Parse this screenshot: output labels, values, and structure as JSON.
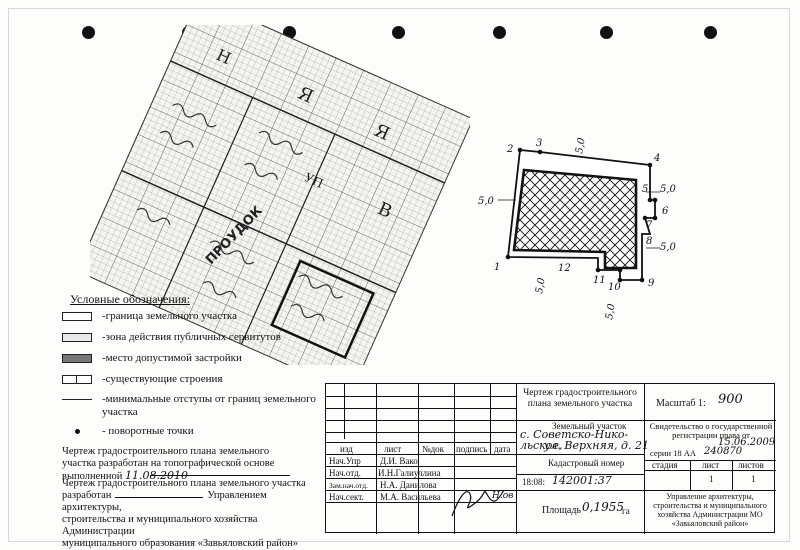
{
  "plan": {
    "points": [
      "1",
      "2",
      "3",
      "4",
      "5",
      "6",
      "7",
      "8",
      "9",
      "10",
      "11",
      "12"
    ],
    "dims": [
      "5,0",
      "5,0",
      "5,0",
      "5,0",
      "5,0",
      "5,0"
    ]
  },
  "survey": {
    "letters": [
      "Н",
      "Я",
      "Я",
      "В",
      "УП"
    ],
    "words": [
      "ПРОУДОК"
    ]
  },
  "legend": {
    "title": "Условные обозначения:",
    "items": [
      "-граница земельного участка",
      "-зона действия публичных сервитутов",
      "-место допустимой застройки",
      "-существующие строения",
      "-минимальные отступы от границ земельного участка",
      "- поворотные точки"
    ]
  },
  "notes": {
    "survey_note": "Чертеж градостроительного плана земельного участка разработан на топографической основе выполненной",
    "survey_date": "11.08.2010",
    "dev_note_1": "Чертеж градостроительного плана земельного участка",
    "dev_note_2": "разработан",
    "dev_note_3": "Управлением архитектуры,",
    "dev_note_4": "строительства и муниципального хозяйства Администрации",
    "dev_note_5": "муниципального образования «Завьяловский район»"
  },
  "stamp": {
    "title": "Чертеж градостроительного плана земельного участка",
    "scale_label": "Масштаб 1:",
    "scale_value": "900",
    "parcel_label": "Земельный участок",
    "parcel_line1": "с. Советско-Нико-",
    "parcel_line2": "льское,",
    "parcel_line3": "ул. Верхняя, д. 21",
    "cert_label": "Свидетельство о государственной регистрации права от",
    "cert_date": "15.06.2009",
    "cert_series": "серии 18 АА",
    "cert_number": "240870",
    "cadastral_label": "Кадастровый номер",
    "cadastral_prefix": "18:08:",
    "cadastral_value": "142001:37",
    "area_label": "Площадь",
    "area_value": "0,1955",
    "area_unit": "га",
    "headers": [
      "изд",
      "лист",
      "№док",
      "подпись",
      "дата"
    ],
    "stage_headers": [
      "стадия",
      "лист",
      "листов"
    ],
    "stage_values": [
      "",
      "1",
      "1"
    ],
    "roles": [
      "Нач.Упр",
      "Нач.отд.",
      "Зам.нач.отд.",
      "Нач.сект."
    ],
    "names": [
      "Д.И. Вако",
      "И.Н.Галиуллина",
      "Н.А. Данилова",
      "М.А. Васильева"
    ],
    "org_line1": "Управление архитектуры,",
    "org_line2": "строительства и муниципального",
    "org_line3": "хозяйства Администрации МО",
    "org_line4": "«Завьяловский район»",
    "signature": "Н.ов"
  }
}
